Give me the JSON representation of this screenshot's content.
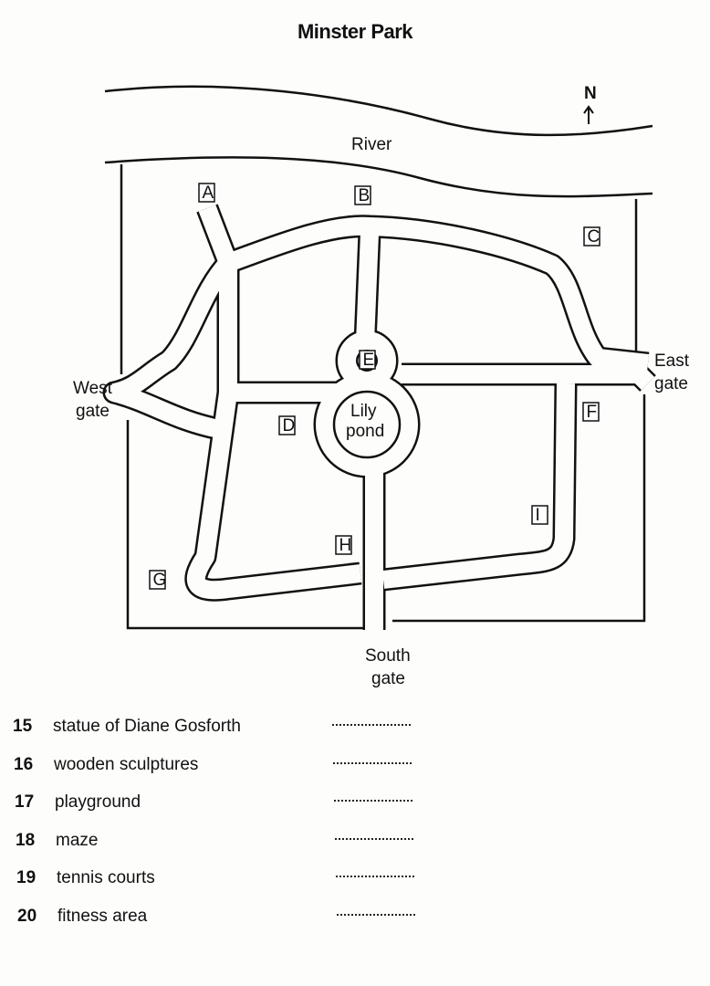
{
  "title": "Minster Park",
  "compass": "N",
  "labels": {
    "river": "River",
    "west_gate": [
      "West",
      "gate"
    ],
    "east_gate": [
      "East",
      "gate"
    ],
    "south_gate": [
      "South",
      "gate"
    ],
    "pond": [
      "Lily",
      "pond"
    ]
  },
  "markers": [
    "A",
    "B",
    "C",
    "D",
    "E",
    "F",
    "G",
    "H",
    "I"
  ],
  "questions": [
    {
      "num": "15",
      "text": "statue of Diane Gosforth"
    },
    {
      "num": "16",
      "text": "wooden sculptures"
    },
    {
      "num": "17",
      "text": "playground"
    },
    {
      "num": "18",
      "text": "maze"
    },
    {
      "num": "19",
      "text": "tennis courts"
    },
    {
      "num": "20",
      "text": "fitness area"
    }
  ]
}
